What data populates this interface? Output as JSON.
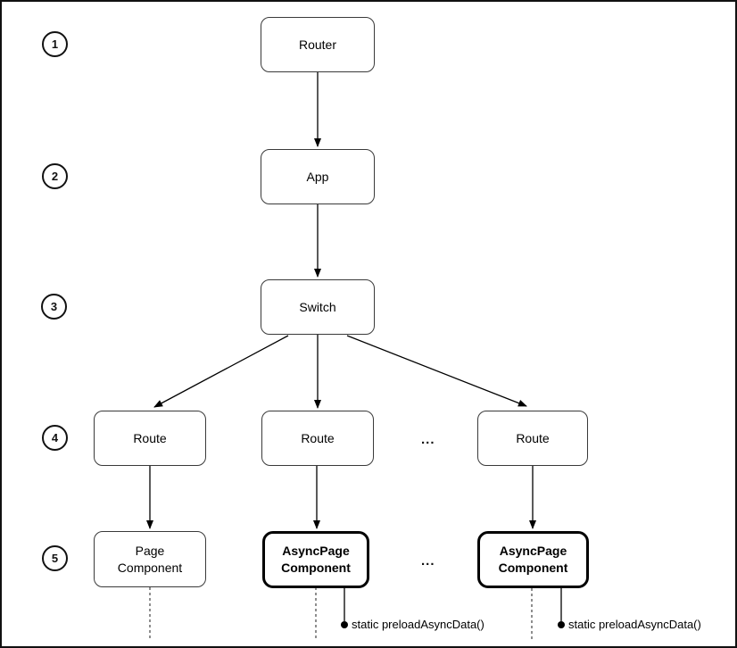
{
  "diagram": {
    "step_numbers": [
      "1",
      "2",
      "3",
      "4",
      "5"
    ],
    "nodes": {
      "router": "Router",
      "app": "App",
      "switch": "Switch",
      "route_left": "Route",
      "route_mid": "Route",
      "route_right": "Route",
      "page_component": "Page\nComponent",
      "async_page_mid": "AsyncPage\nComponent",
      "async_page_right": "AsyncPage\nComponent"
    },
    "ellipsis_routes": "...",
    "ellipsis_components": "...",
    "annotation_mid": "static preloadAsyncData()",
    "annotation_right": "static preloadAsyncData()",
    "colors": {
      "stroke": "#000000",
      "node_border": "#3a3a3a",
      "background": "#ffffff"
    }
  }
}
